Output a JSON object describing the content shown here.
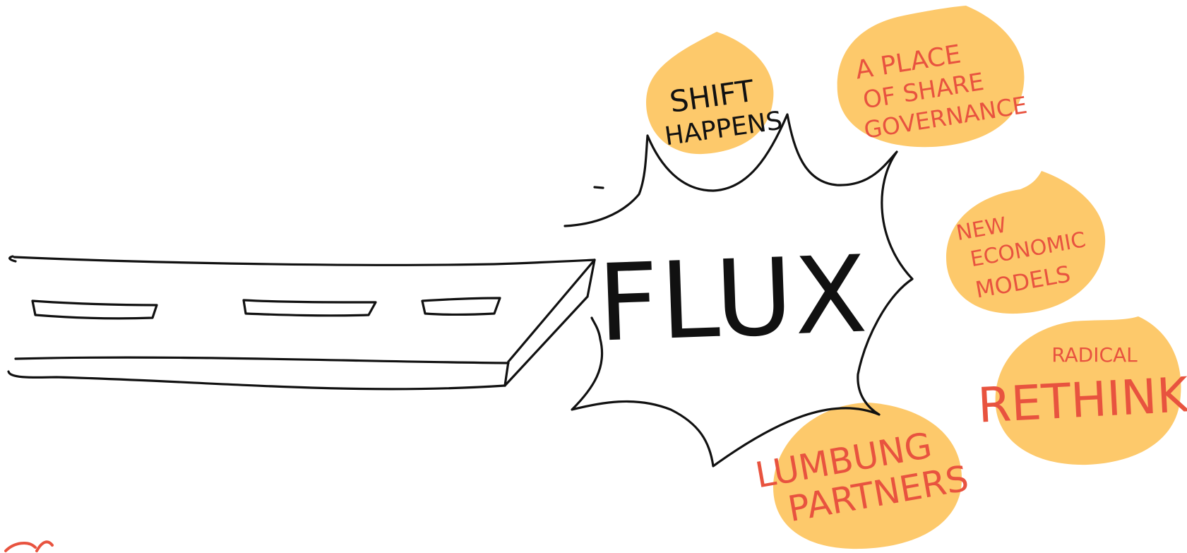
{
  "colors": {
    "ink": "#111111",
    "note_fill": "#fdc96b",
    "note_text_red": "#e8533f",
    "note_text_black": "#111111"
  },
  "center": {
    "label": "FLUX"
  },
  "notes": {
    "shift": {
      "line1": "SHIFT",
      "line2": "HAPPENS"
    },
    "share": {
      "line1": "A PLACE",
      "line2": "OF SHARE",
      "line3": "GOVERNANCE"
    },
    "economic": {
      "line1": "NEW",
      "line2": "ECONOMIC",
      "line3": "MODELS"
    },
    "rethink": {
      "line1": "RADICAL",
      "line2": "RETHINK"
    },
    "lumbung": {
      "line1": "LUMBUNG",
      "line2": "PARTNERS"
    }
  }
}
